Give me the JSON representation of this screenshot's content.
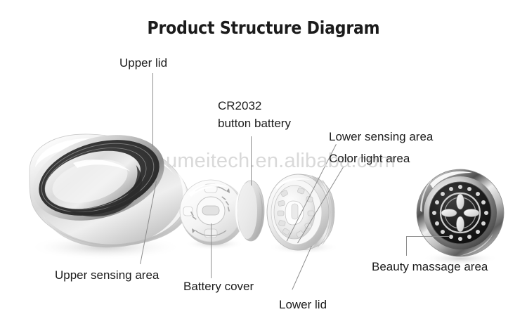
{
  "title": "Product Structure Diagram",
  "watermark": "umeitech.en.alibaba.com",
  "background_color": "#ffffff",
  "text_color": "#1c1c1c",
  "leader_line_color": "#8d8d8d",
  "labels": {
    "upper_lid": "Upper lid",
    "battery_line1": "CR2032",
    "battery_line2": "button battery",
    "lower_sensing_area": "Lower sensing area",
    "color_light_area": "Color light area",
    "upper_sensing_area": "Upper sensing area",
    "battery_cover": "Battery cover",
    "lower_lid": "Lower lid",
    "beauty_massage_area": "Beauty massage area"
  },
  "parts": [
    {
      "name": "upper-lid",
      "label": "Upper lid",
      "description": "Glossy silver teardrop shell with dark concave interior"
    },
    {
      "name": "upper-sensing-area",
      "label": "Upper sensing area",
      "description": "Outer lower surface of the silver shell"
    },
    {
      "name": "battery-cover",
      "label": "Battery cover",
      "description": "White circular cover with slot and open/close arrows"
    },
    {
      "name": "cr2032-button-battery",
      "label": "CR2032 button battery",
      "description": "Thin coin cell shown edge-on"
    },
    {
      "name": "lower-lid",
      "label": "Lower lid",
      "description": "White ribbed ring with internal ridges"
    },
    {
      "name": "lower-sensing-area",
      "label": "Lower sensing area",
      "description": "Rim of the lower lid"
    },
    {
      "name": "color-light-area",
      "label": "Color light area",
      "description": "Inner illuminated area of the lower lid"
    },
    {
      "name": "beauty-massage-area",
      "label": "Beauty massage area",
      "description": "Chrome ring with black four-petal massage head"
    }
  ]
}
